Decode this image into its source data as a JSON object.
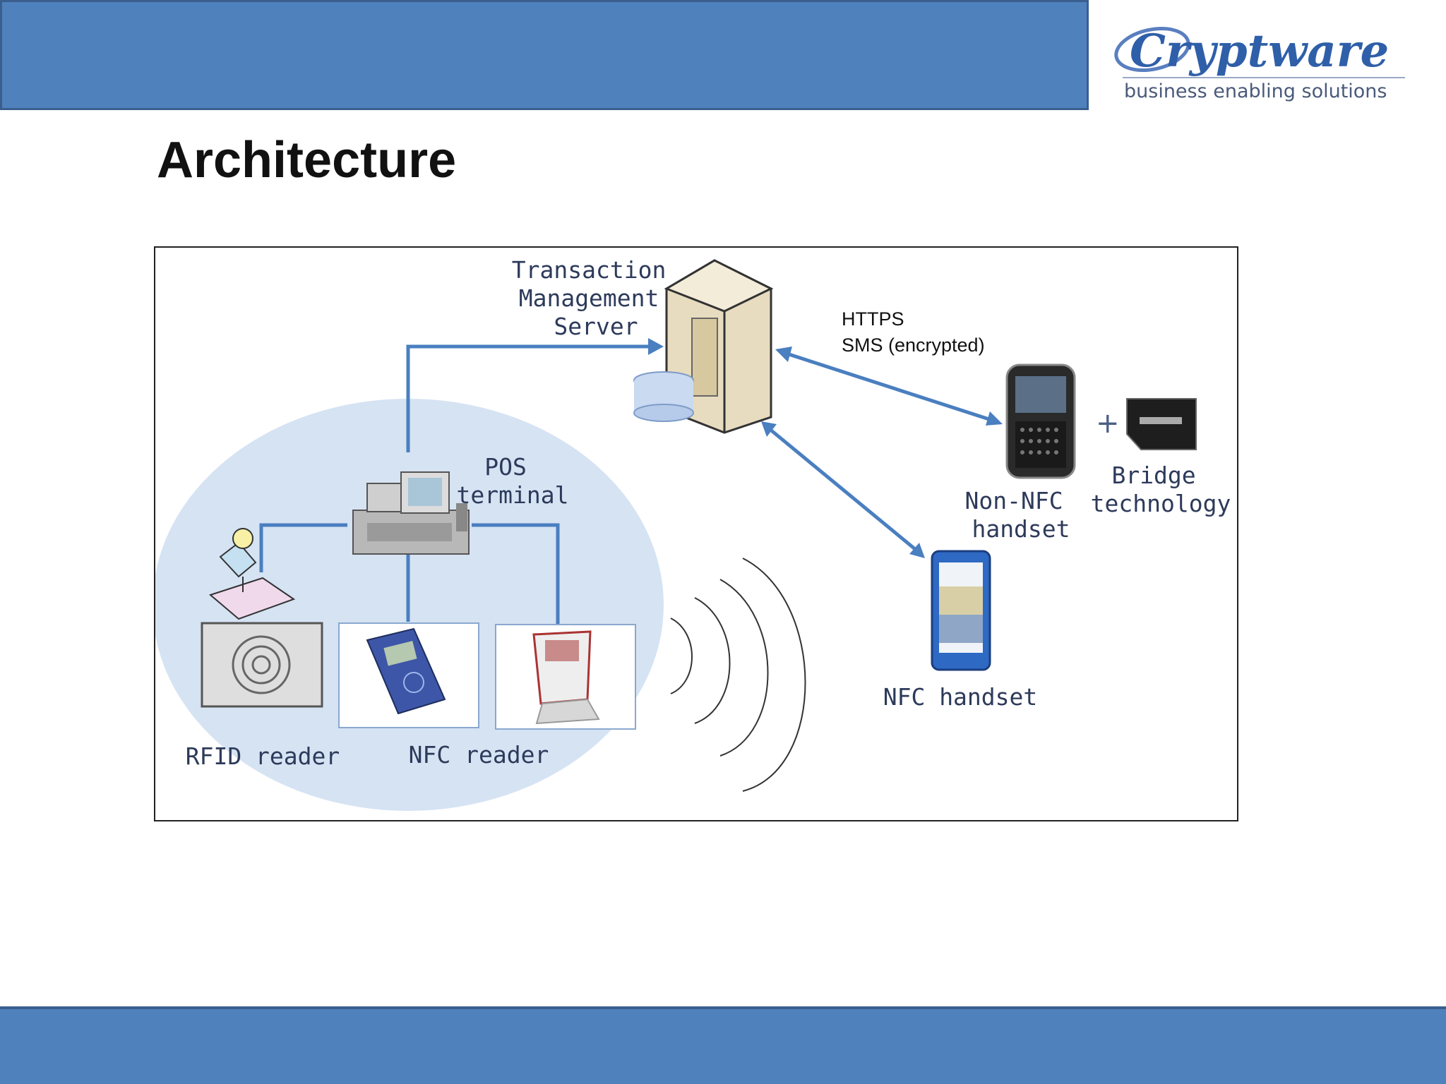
{
  "header": {
    "logo_name": "Cryptware",
    "logo_tagline": "business enabling solutions"
  },
  "slide": {
    "title": "Architecture"
  },
  "diagram": {
    "server_label": [
      "Transaction",
      "Management",
      "Server"
    ],
    "pos_label": [
      "POS",
      "terminal"
    ],
    "rfid_label": "RFID reader",
    "nfc_reader_label": "NFC reader",
    "non_nfc_label": [
      "Non-NFC",
      "handset"
    ],
    "bridge_label": [
      "Bridge",
      "technology"
    ],
    "nfc_handset_label": "NFC handset",
    "protocol_lines": [
      "HTTPS",
      "SMS (encrypted)"
    ],
    "plus_sign": "+"
  },
  "colors": {
    "bar": "#4f81bd",
    "connector": "#4a7fc0",
    "ellipse": "#d5e3f3"
  }
}
